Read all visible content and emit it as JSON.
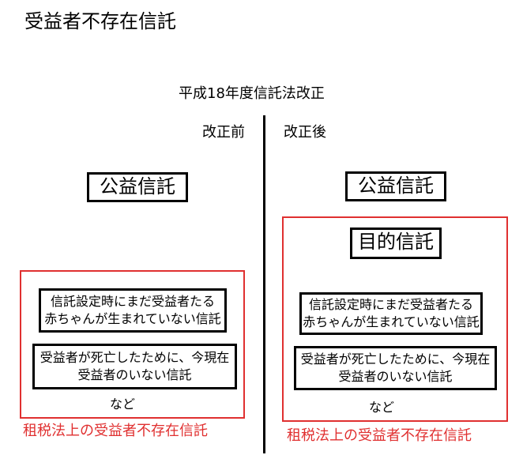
{
  "title": "受益者不存在信託",
  "subtitle": "平成18年度信託法改正",
  "before": {
    "label": "改正前",
    "public_trust": "公益信託",
    "group": {
      "item1_line1": "信託設定時にまだ受益者たる",
      "item1_line2": "赤ちゃんが生まれていない信託",
      "item2_line1": "受益者が死亡したために、今現在",
      "item2_line2": "受益者のいない信託",
      "etc": "など",
      "caption": "租税法上の受益者不存在信託"
    }
  },
  "after": {
    "label": "改正後",
    "public_trust": "公益信託",
    "purpose_trust": "目的信託",
    "group": {
      "item1_line1": "信託設定時にまだ受益者たる",
      "item1_line2": "赤ちゃんが生まれていない信託",
      "item2_line1": "受益者が死亡したために、今現在",
      "item2_line2": "受益者のいない信託",
      "etc": "など",
      "caption": "租税法上の受益者不存在信託"
    }
  },
  "colors": {
    "accent_red": "#e03030",
    "text": "#000000"
  }
}
